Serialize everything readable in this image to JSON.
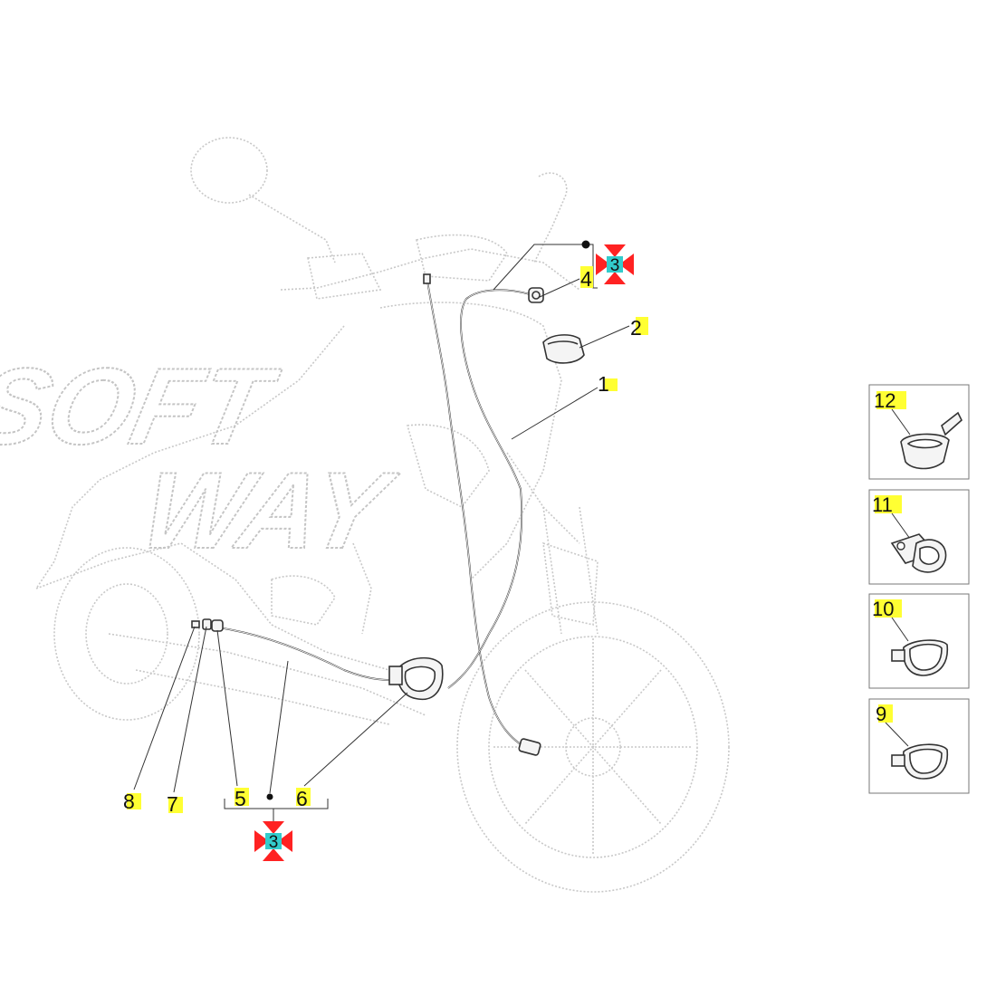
{
  "diagram": {
    "background_text": [
      "SOFT",
      "WAY"
    ],
    "colors": {
      "highlight": "#ffff33",
      "kit_marker": "#33cccc",
      "kit_arrow": "#ff2222",
      "line": "#333333",
      "ghost": "#c8c8c8"
    },
    "callouts": [
      {
        "id": "1",
        "label": "1"
      },
      {
        "id": "2",
        "label": "2"
      },
      {
        "id": "4",
        "label": "4"
      },
      {
        "id": "5",
        "label": "5"
      },
      {
        "id": "6",
        "label": "6"
      },
      {
        "id": "7",
        "label": "7"
      },
      {
        "id": "8",
        "label": "8"
      }
    ],
    "kit_markers": [
      {
        "id": "kit-top",
        "label": "3"
      },
      {
        "id": "kit-bottom",
        "label": "3"
      }
    ],
    "inset_panels": [
      {
        "id": "12",
        "label": "12"
      },
      {
        "id": "11",
        "label": "11"
      },
      {
        "id": "10",
        "label": "10"
      },
      {
        "id": "9",
        "label": "9"
      }
    ]
  }
}
